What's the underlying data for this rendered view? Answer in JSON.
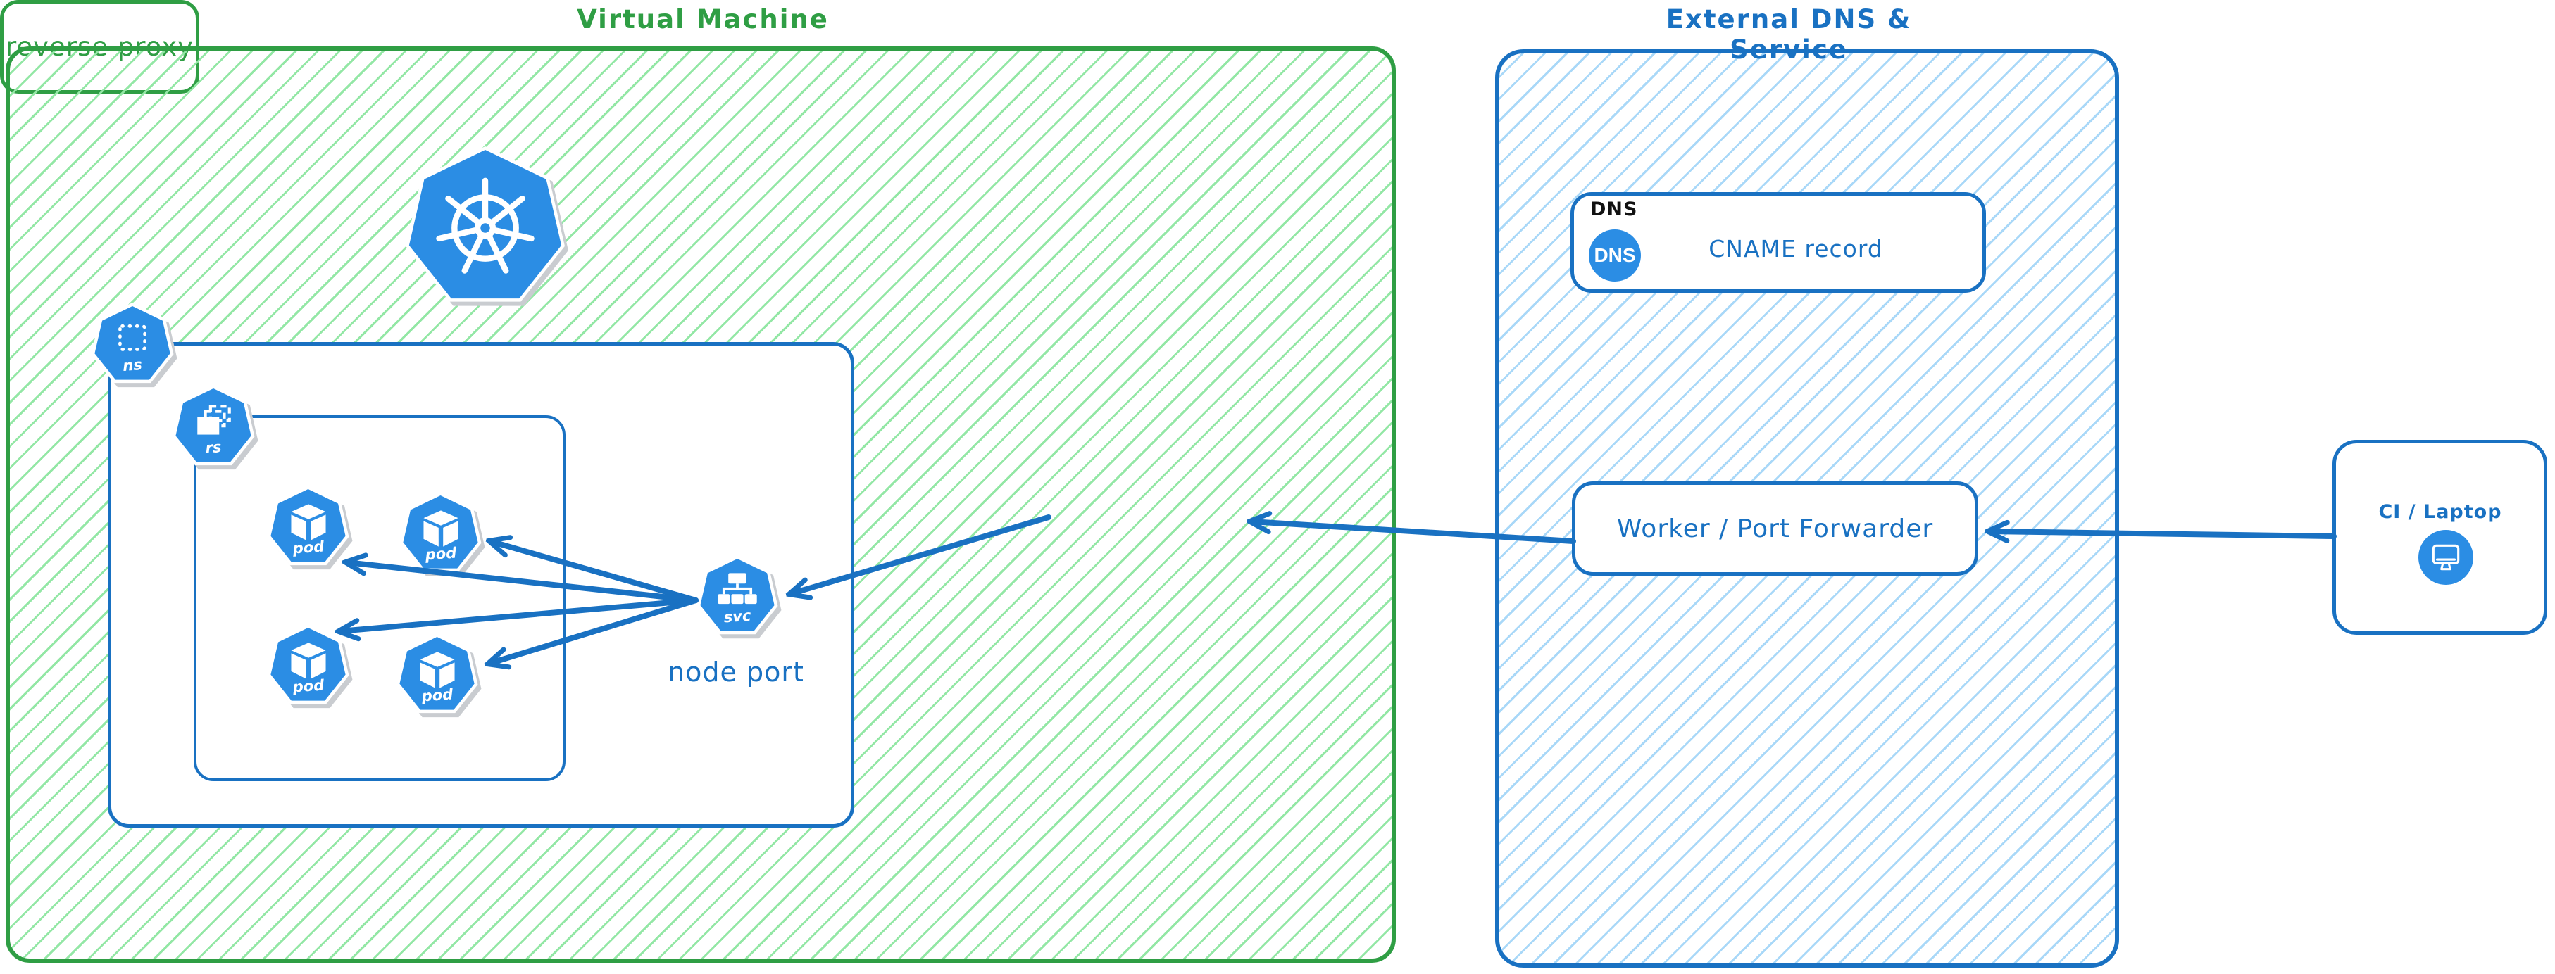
{
  "colors": {
    "green_stroke": "#2f9e44",
    "green_hatch": "#93e7a5",
    "blue_stroke": "#1971c2",
    "blue_hatch": "#a9d8f8",
    "icon_blue": "#2b8de4"
  },
  "vm_group": {
    "title": "Virtual Machine",
    "kubernetes_logo": "kubernetes",
    "namespace_icon_label": "ns",
    "replicaset_icon_label": "rs",
    "pods": [
      {
        "label": "pod"
      },
      {
        "label": "pod"
      },
      {
        "label": "pod"
      },
      {
        "label": "pod"
      }
    ],
    "service": {
      "icon_label": "svc",
      "caption": "node port"
    }
  },
  "reverse_proxy": {
    "label": "reverse proxy"
  },
  "external_group": {
    "title": "External DNS & Service",
    "dns_card": {
      "tag": "DNS",
      "icon_label": "DNS",
      "label": "CNAME record"
    },
    "worker_card": {
      "label": "Worker / Port Forwarder"
    }
  },
  "ci_card": {
    "label": "CI / Laptop"
  },
  "connections": [
    {
      "from": "ci-laptop",
      "to": "worker-port-forwarder"
    },
    {
      "from": "worker-port-forwarder",
      "to": "reverse-proxy"
    },
    {
      "from": "reverse-proxy",
      "to": "node-port-service"
    },
    {
      "from": "node-port-service",
      "to": "pod-1"
    },
    {
      "from": "node-port-service",
      "to": "pod-2"
    },
    {
      "from": "node-port-service",
      "to": "pod-3"
    },
    {
      "from": "node-port-service",
      "to": "pod-4"
    }
  ]
}
